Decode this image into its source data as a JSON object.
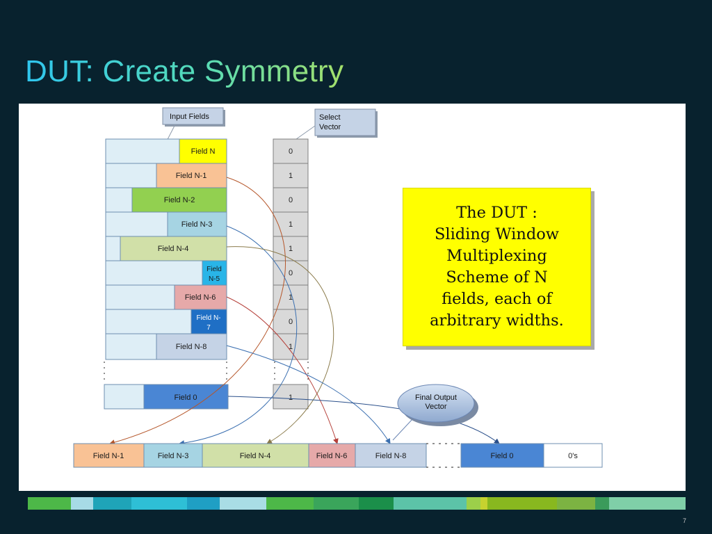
{
  "slide": {
    "title": "DUT: Create Symmetry",
    "page_number": "7"
  },
  "diagram": {
    "callouts": {
      "input_fields": "Input Fields",
      "select_vector_line1": "Select",
      "select_vector_line2": "Vector",
      "final_output_line1": "Final Output",
      "final_output_line2": "Vector"
    },
    "input_fields": [
      {
        "label": "Field N",
        "color": "#ffff00"
      },
      {
        "label": "Field N-1",
        "color": "#f9c295"
      },
      {
        "label": "Field N-2",
        "color": "#92d050"
      },
      {
        "label": "Field N-3",
        "color": "#a6d4e3"
      },
      {
        "label": "Field N-4",
        "color": "#d1e0a8"
      },
      {
        "label": "Field N-5",
        "line1": "Field",
        "line2": "N-5",
        "color": "#29b5e8"
      },
      {
        "label": "Field N-6",
        "color": "#e6a9a9"
      },
      {
        "label": "Field N-7",
        "line1": "Field N-",
        "line2": "7",
        "color": "#1f6fc5"
      },
      {
        "label": "Field N-8",
        "color": "#c5d3e6"
      },
      {
        "label": "Field 0",
        "color": "#4a86d4"
      }
    ],
    "select_vector": [
      "0",
      "1",
      "0",
      "1",
      "1",
      "0",
      "1",
      "0",
      "1",
      "1"
    ],
    "output_fields": [
      {
        "label": "Field N-1",
        "color": "#f9c295"
      },
      {
        "label": "Field N-3",
        "color": "#a6d4e3"
      },
      {
        "label": "Field N-4",
        "color": "#d1e0a8"
      },
      {
        "label": "Field N-6",
        "color": "#e6a9a9"
      },
      {
        "label": "Field N-8",
        "color": "#c5d3e6"
      },
      {
        "label": "Field 0",
        "color": "#4a86d4"
      },
      {
        "label": "0's",
        "color": "#ffffff"
      }
    ],
    "note": "The DUT :\nSliding Window\nMultiplexing\nScheme of N\nfields, each of\narbitrary widths."
  },
  "footer_colors": [
    "#4db848",
    "#a7dbe6",
    "#1fa4b8",
    "#2ebfd6",
    "#1f9fc4",
    "#a9dde5",
    "#4db848",
    "#3aa55b",
    "#1b8f4a",
    "#5cc3a8",
    "#9ccf4a",
    "#c6d22f",
    "#88b81f",
    "#7cb342",
    "#3b9b5b",
    "#7fcfa8"
  ]
}
